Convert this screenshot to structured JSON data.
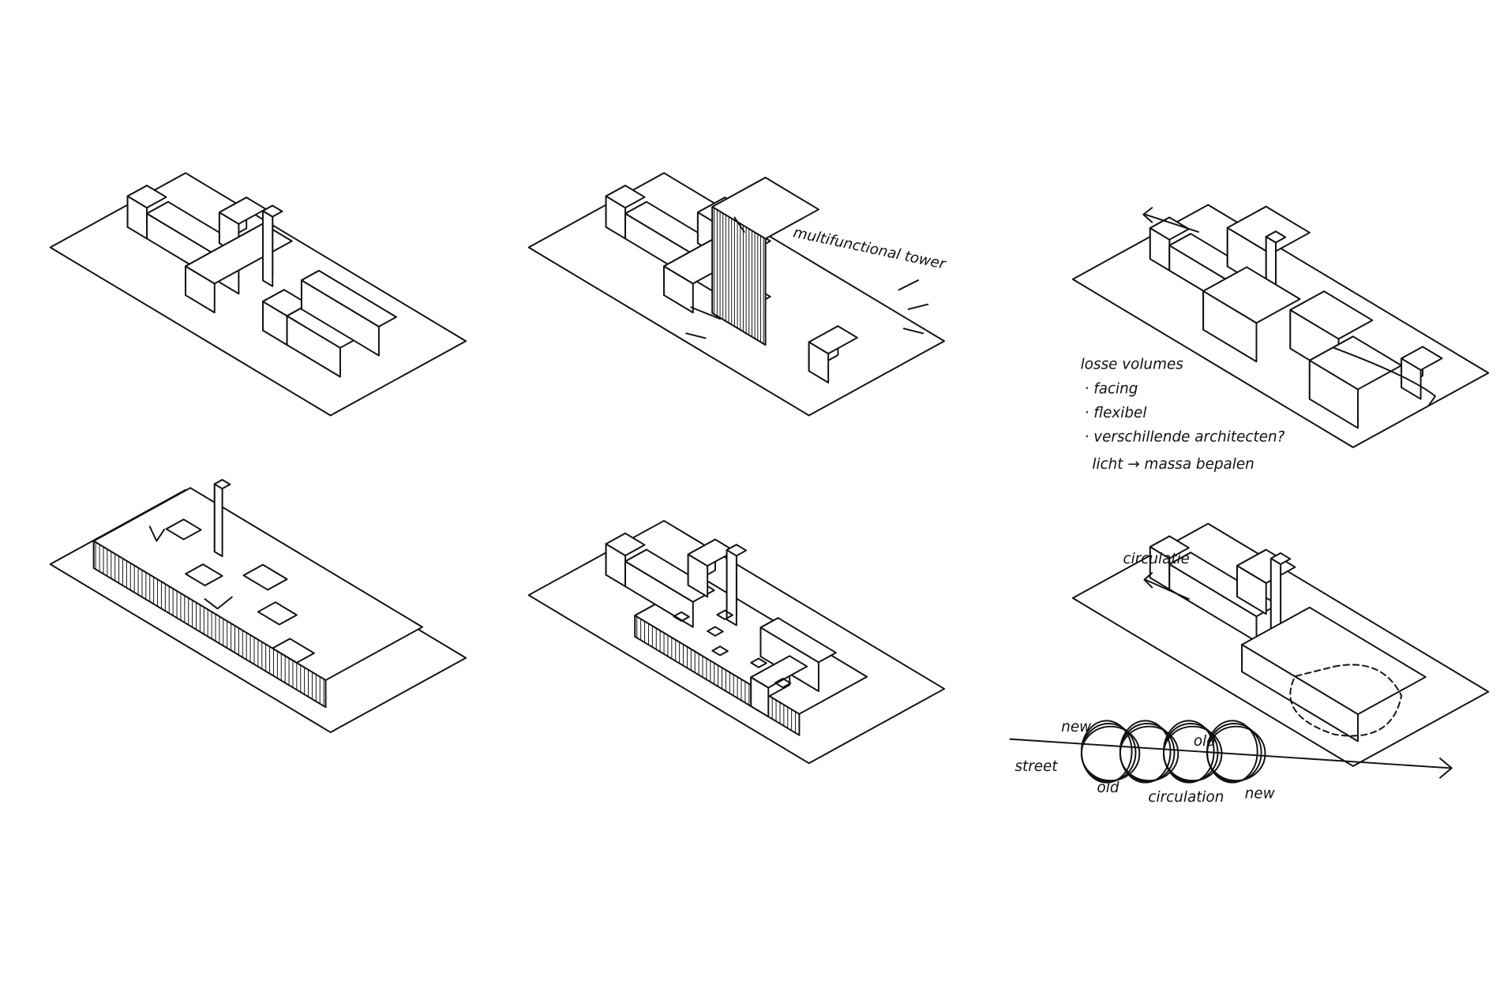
{
  "annotations": {
    "tower": "multifunctional tower",
    "notes": {
      "title": "losse volumes",
      "items": [
        "· facing",
        "· flexibel",
        "· verschillende architecten?"
      ],
      "last": "licht → massa bepalen"
    },
    "circulation_panel": {
      "circulatie": "circulatie",
      "new_top": "new",
      "old_top": "old",
      "street": "street",
      "old_bottom": "old",
      "circulation": "circulation",
      "new_bottom": "new"
    }
  }
}
